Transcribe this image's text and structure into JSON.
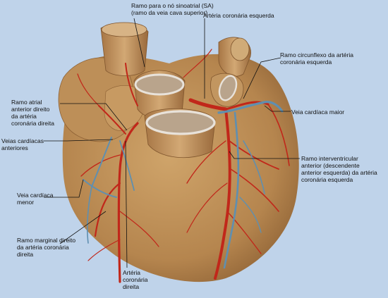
{
  "diagram": {
    "background_color": "#bfd3ea",
    "heart_color": "#b98a52",
    "artery_color": "#c1271a",
    "vein_color": "#5f8fb0",
    "labels": {
      "sa_node_branch": "Ramo para o nó sinoatrial (SA)\n(ramo da veia cava superior)",
      "left_coronary_artery": "Artéria coronária esquerda",
      "circumflex_branch": "Ramo circunflexo da artéria\ncoronária esquerda",
      "great_cardiac_vein": "Veia cardíaca maior",
      "anterior_atrial_branch": "Ramo atrial\nanterior direito\nda artéria\ncoronária direita",
      "anterior_cardiac_veins": "Veias cardíacas\nanteriores",
      "small_cardiac_vein": "Veia cardíaca\nmenor",
      "anterior_interventricular_branch": "Ramo interventricular\nanterior (descendente\nanterior esquerda) da artéria\ncoronária esquerda",
      "right_marginal_branch": "Ramo marginal direito\nda artéria coronária\ndireita",
      "right_coronary_artery": "Artéria\ncoronária\ndireita"
    }
  }
}
